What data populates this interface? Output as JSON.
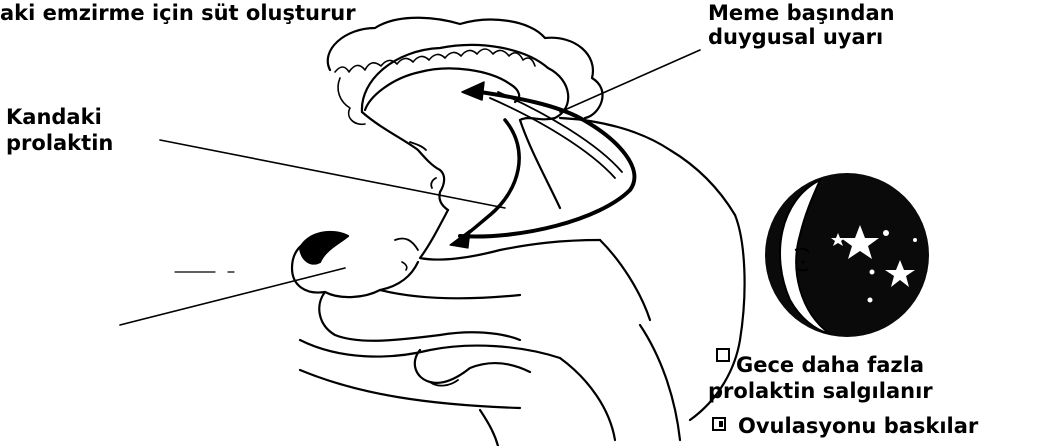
{
  "labels": {
    "top_left_line1": "aki emzirme için süt oluşturur",
    "top_right_line1": "Meme başından",
    "top_right_line2": "duygusal uyarı",
    "left_line1": "Kandaki",
    "left_line2": "prolaktin"
  },
  "notes": [
    {
      "text_line1": "Gece daha fazla",
      "text_line2": "prolaktin salgılanır"
    },
    {
      "text_line1": "Ovulasyonu baskılar"
    }
  ],
  "icons": {
    "moon": "crescent-moon-with-stars-icon",
    "checkbox": "checkbox-icon"
  },
  "colors": {
    "ink": "#000000",
    "background": "#ffffff",
    "night": "#0a0a0a"
  }
}
